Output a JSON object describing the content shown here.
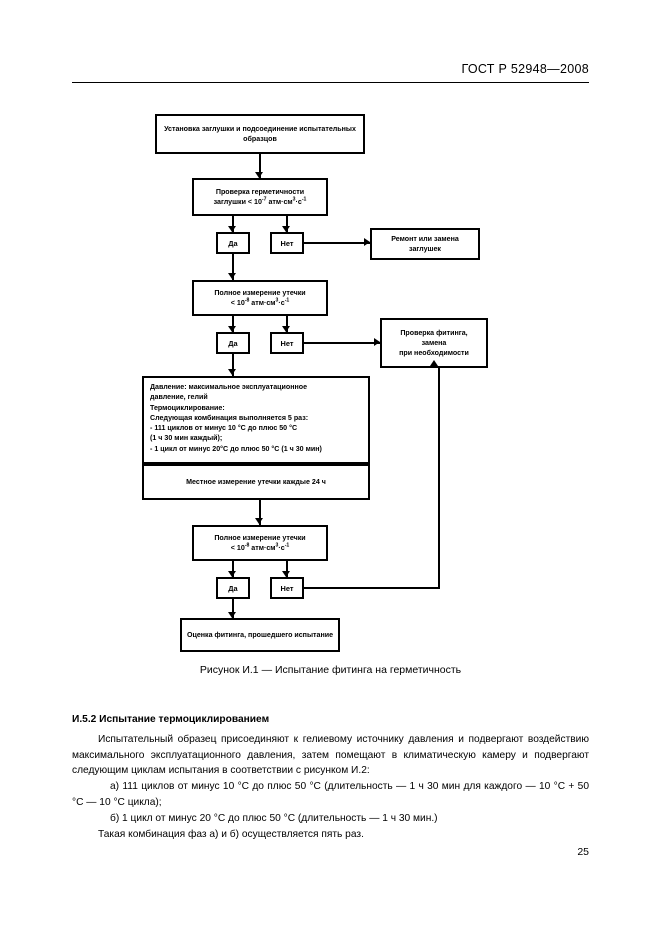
{
  "header": {
    "standard": "ГОСТ Р 52948—2008"
  },
  "page_number": "25",
  "flowchart": {
    "caption": "Рисунок И.1 — Испытание фитинга на герметичность",
    "nodes": {
      "start": "Установка заглушки и подсоединение испытательных образцов",
      "check_tightness_l1": "Проверка герметичности",
      "check_tightness_l2_pre": "заглушки < 10",
      "check_tightness_exp1": "-7",
      "check_tightness_units": " атм·см",
      "check_tightness_exp2": "3",
      "check_tightness_dot": "·с",
      "check_tightness_exp3": "-1",
      "repair_plug": "Ремонт или замена заглушек",
      "full_leak_1_l1": "Полное измерение утечки",
      "full_leak_1_l2_pre": "< 10",
      "full_leak_1_exp1": "-8",
      "full_leak_1_units": " атм·см",
      "full_leak_1_exp2": "3",
      "full_leak_1_dot": "·с",
      "full_leak_1_exp3": "-1",
      "check_fitting_l1": "Проверка фитинга,",
      "check_fitting_l2": "замена",
      "check_fitting_l3": "при необходимости",
      "conditions": [
        "Давление: максимальное эксплуатационное",
        "давление, гелий",
        "Термоциклирование:",
        "Следующая комбинация выполняется 5 раз:",
        "- 111 циклов от минус 10 °C до плюс 50 °C",
        "(1 ч 30 мин каждый);",
        "- 1 цикл от минус 20°C до плюс 50 °C (1 ч 30 мин)"
      ],
      "local_leak": "Местное измерение утечки каждые 24 ч",
      "full_leak_2_l1": "Полное измерение утечки",
      "full_leak_2_l2_pre": "< 10",
      "full_leak_2_exp1": "-8",
      "full_leak_2_units": " атм·см",
      "full_leak_2_exp2": "3",
      "full_leak_2_dot": "·с",
      "full_leak_2_exp3": "-1",
      "final": "Оценка фитинга, прошедшего испытание"
    },
    "decisions": {
      "yes1": "Да",
      "no1": "Нет",
      "yes2": "Да",
      "no2": "Нет",
      "yes3": "Да",
      "no3": "Нет"
    }
  },
  "section": {
    "heading": "И.5.2  Испытание термоциклированием",
    "para1": "Испытательный образец присоединяют к гелиевому источнику давления и подвергают воздействию максимального эксплуатационного давления, затем помещают в климатическую камеру и подвергают следующим циклам испытания в соответствии с рисунком И.2:",
    "item_a": "а)  111 циклов от минус 10 °C до плюс 50 °C (длительность — 1 ч 30 мин для каждого — 10 °C + 50 °C — 10 °C цикла);",
    "item_b": "б)  1 цикл от минус 20 °C до плюс 50 °C (длительность — 1 ч 30 мин.)",
    "para2": "Такая комбинация фаз а) и б) осуществляется пять раз."
  }
}
